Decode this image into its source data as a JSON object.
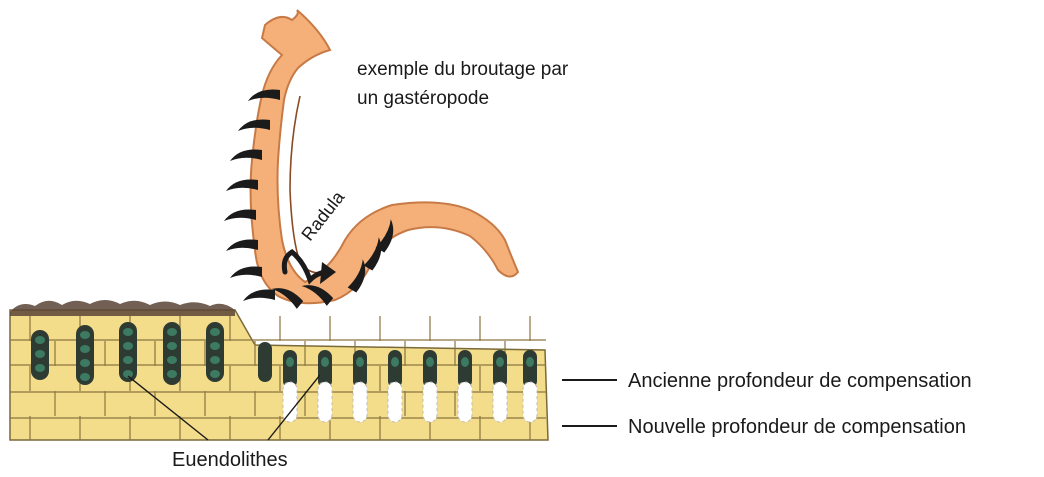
{
  "labels": {
    "caption_line1": "exemple du broutage par",
    "caption_line2": "un gastéropode",
    "radula": "Radula",
    "old_depth": "Ancienne profondeur de compensation",
    "new_depth": "Nouvelle profondeur de compensation",
    "euendoliths": "Euendolithes"
  },
  "colors": {
    "gastropod": "#f5b07a",
    "gastropod_outline": "#c77a45",
    "teeth": "#1b1b1b",
    "substrate": "#f3dc8a",
    "substrate_lines": "#8a7640",
    "borings": "#2e3b33",
    "boring_cells": "#3d7a62",
    "empty_borings": "#ffffff"
  }
}
